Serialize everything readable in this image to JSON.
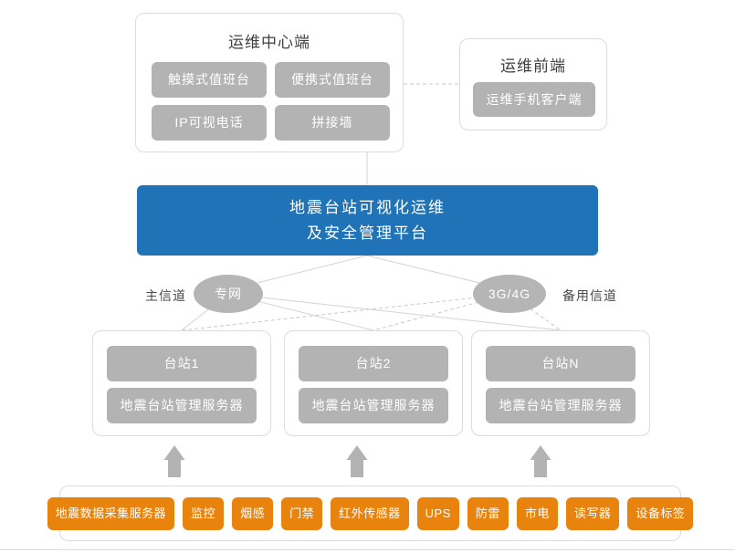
{
  "colors": {
    "platform_blue": "#2173b8",
    "device_orange": "#e8830e",
    "node_gray": "#b3b3b3",
    "border_gray": "#dcdcdc"
  },
  "ops_center": {
    "title": "运维中心端",
    "buttons": [
      "触摸式值班台",
      "便携式值班台",
      "IP可视电话",
      "拼接墙"
    ]
  },
  "ops_front": {
    "title": "运维前端",
    "buttons": [
      "运维手机客户端"
    ]
  },
  "platform": {
    "line1": "地震台站可视化运维",
    "line2": "及安全管理平台"
  },
  "channels": {
    "primary_label": "主信道",
    "primary_node": "专网",
    "backup_node": "3G/4G",
    "backup_label": "备用信道"
  },
  "stations": [
    {
      "name": "台站1",
      "server": "地震台站管理服务器"
    },
    {
      "name": "台站2",
      "server": "地震台站管理服务器"
    },
    {
      "name": "台站N",
      "server": "地震台站管理服务器"
    }
  ],
  "devices": [
    "地震数据采集服务器",
    "监控",
    "烟感",
    "门禁",
    "红外传感器",
    "UPS",
    "防雷",
    "市电",
    "读写器",
    "设备标签"
  ]
}
